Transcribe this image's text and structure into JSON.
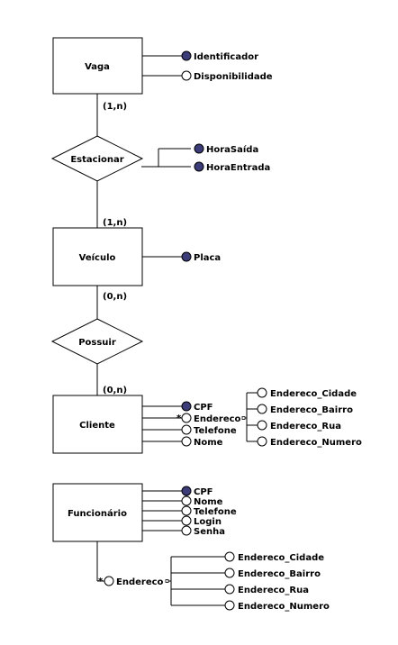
{
  "entities": {
    "vaga": {
      "name": "Vaga",
      "attributes": [
        {
          "name": "Identificador",
          "key": true
        },
        {
          "name": "Disponibilidade",
          "key": false
        }
      ]
    },
    "veiculo": {
      "name": "Veículo",
      "attributes": [
        {
          "name": "Placa",
          "key": true
        }
      ]
    },
    "cliente": {
      "name": "Cliente",
      "attributes": [
        {
          "name": "CPF",
          "key": true
        },
        {
          "name": "Endereco",
          "key": false,
          "multivalued": "*"
        },
        {
          "name": "Telefone",
          "key": false
        },
        {
          "name": "Nome",
          "key": false
        }
      ],
      "endereco_sub": [
        "Endereco_Cidade",
        "Endereco_Bairro",
        "Endereco_Rua",
        "Endereco_Numero"
      ]
    },
    "funcionario": {
      "name": "Funcionário",
      "attributes": [
        {
          "name": "CPF",
          "key": true
        },
        {
          "name": "Nome",
          "key": false
        },
        {
          "name": "Telefone",
          "key": false
        },
        {
          "name": "Login",
          "key": false
        },
        {
          "name": "Senha",
          "key": false
        }
      ],
      "endereco": {
        "name": "Endereco",
        "multivalued": "*"
      },
      "endereco_sub": [
        "Endereco_Cidade",
        "Endereco_Bairro",
        "Endereco_Rua",
        "Endereco_Numero"
      ]
    }
  },
  "relationships": {
    "estacionar": {
      "name": "Estacionar",
      "card_top": "(1,n)",
      "card_bottom": "(1,n)",
      "attributes": [
        {
          "name": "HoraSaída",
          "key": true
        },
        {
          "name": "HoraEntrada",
          "key": true
        }
      ]
    },
    "possuir": {
      "name": "Possuir",
      "card_top": "(0,n)",
      "card_bottom": "(0,n)"
    }
  },
  "colors": {
    "key_attribute_fill": "#3c3c78",
    "line": "#000000",
    "background": "#ffffff"
  }
}
